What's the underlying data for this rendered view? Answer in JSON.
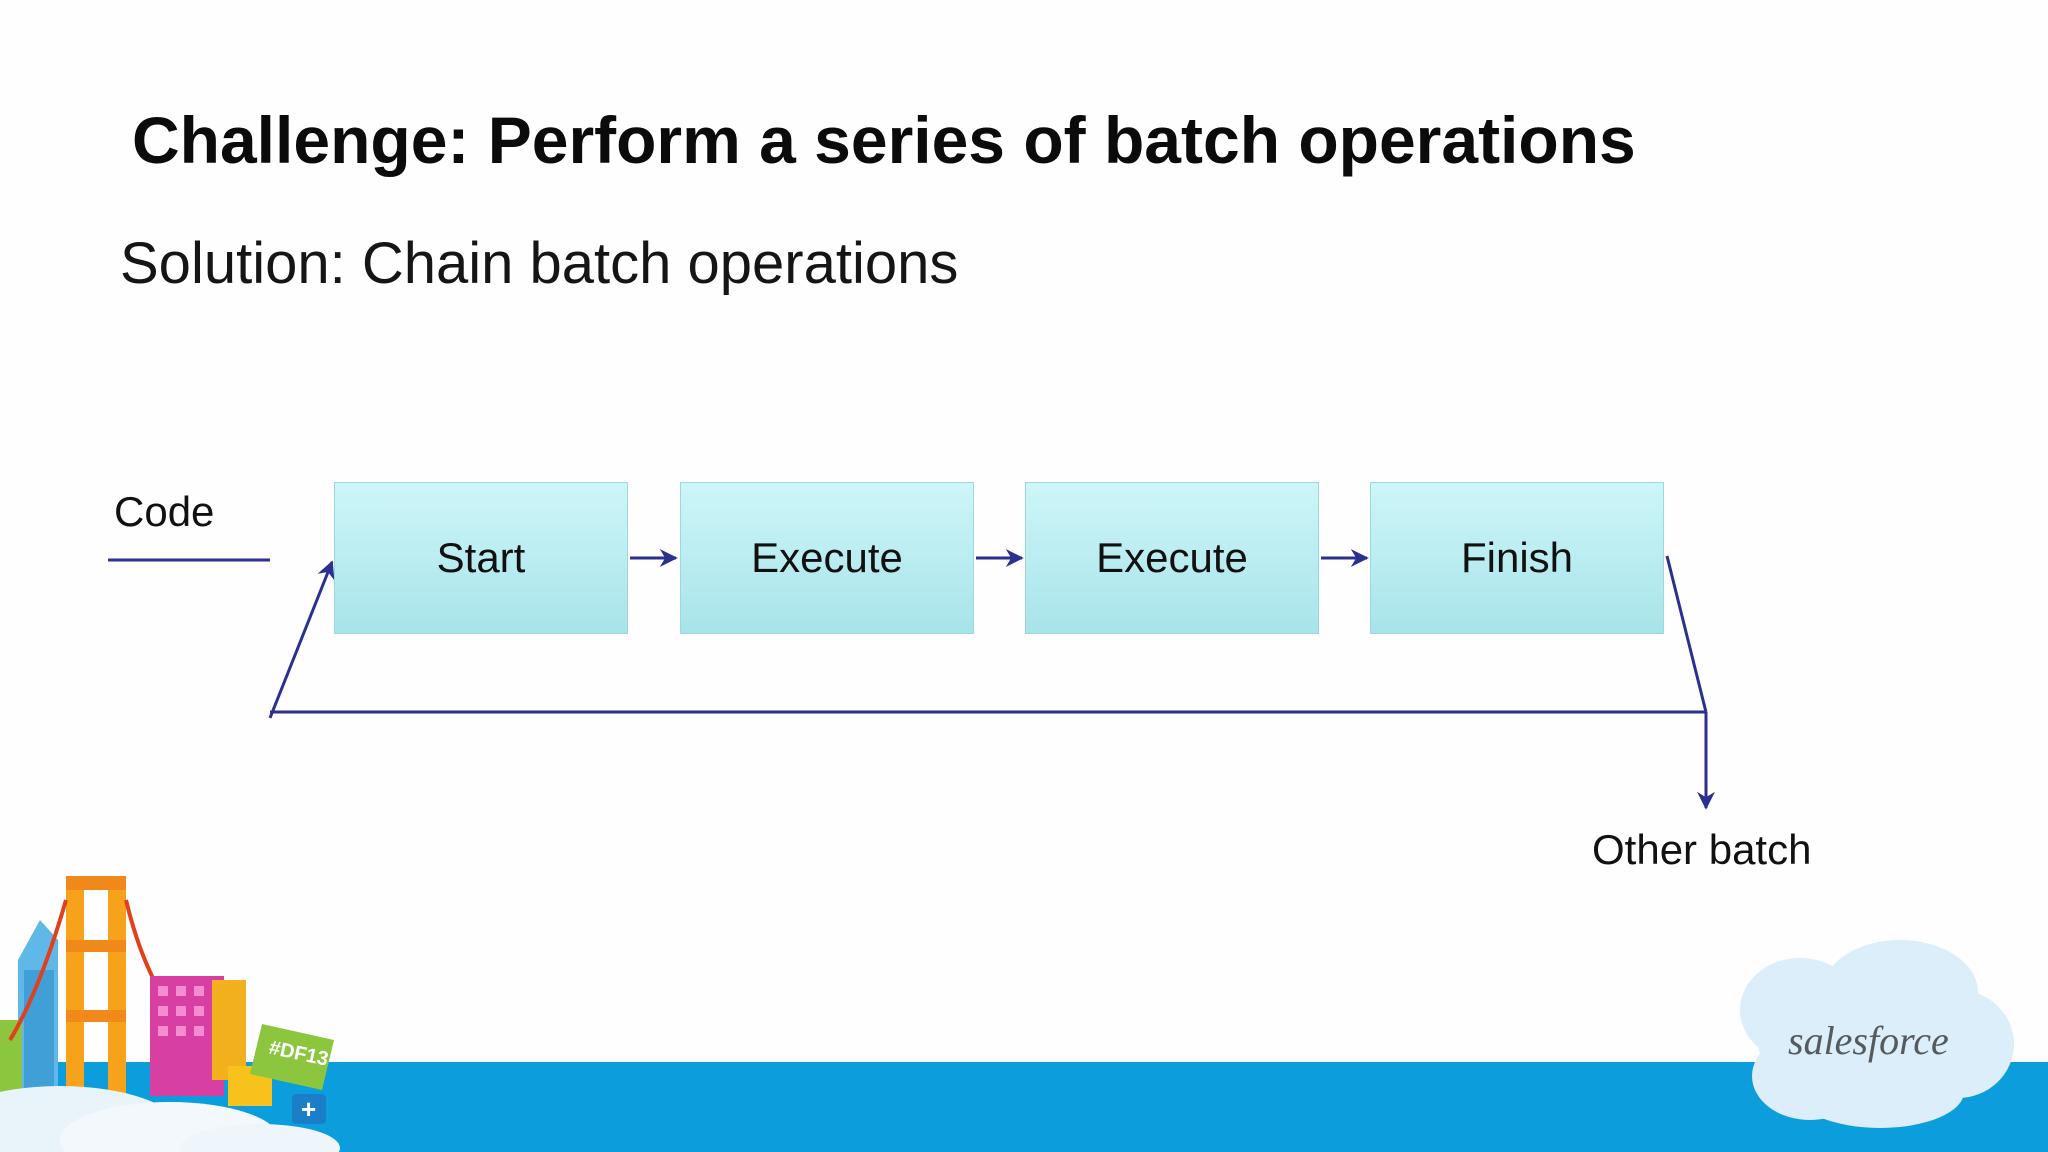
{
  "slide": {
    "title": "Challenge: Perform a series of batch operations",
    "subtitle": "Solution: Chain batch operations"
  },
  "diagram": {
    "input_label": "Code",
    "output_label": "Other batch",
    "steps": [
      {
        "label": "Start"
      },
      {
        "label": "Execute"
      },
      {
        "label": "Execute"
      },
      {
        "label": "Finish"
      }
    ],
    "colors": {
      "box_fill_top": "#cdf6f8",
      "box_fill_bottom": "#a8e3ea",
      "arrow": "#2b2f8f"
    }
  },
  "branding": {
    "event_tag": "#DF13",
    "logo_text": "salesforce",
    "band_color": "#0c9ddc"
  }
}
